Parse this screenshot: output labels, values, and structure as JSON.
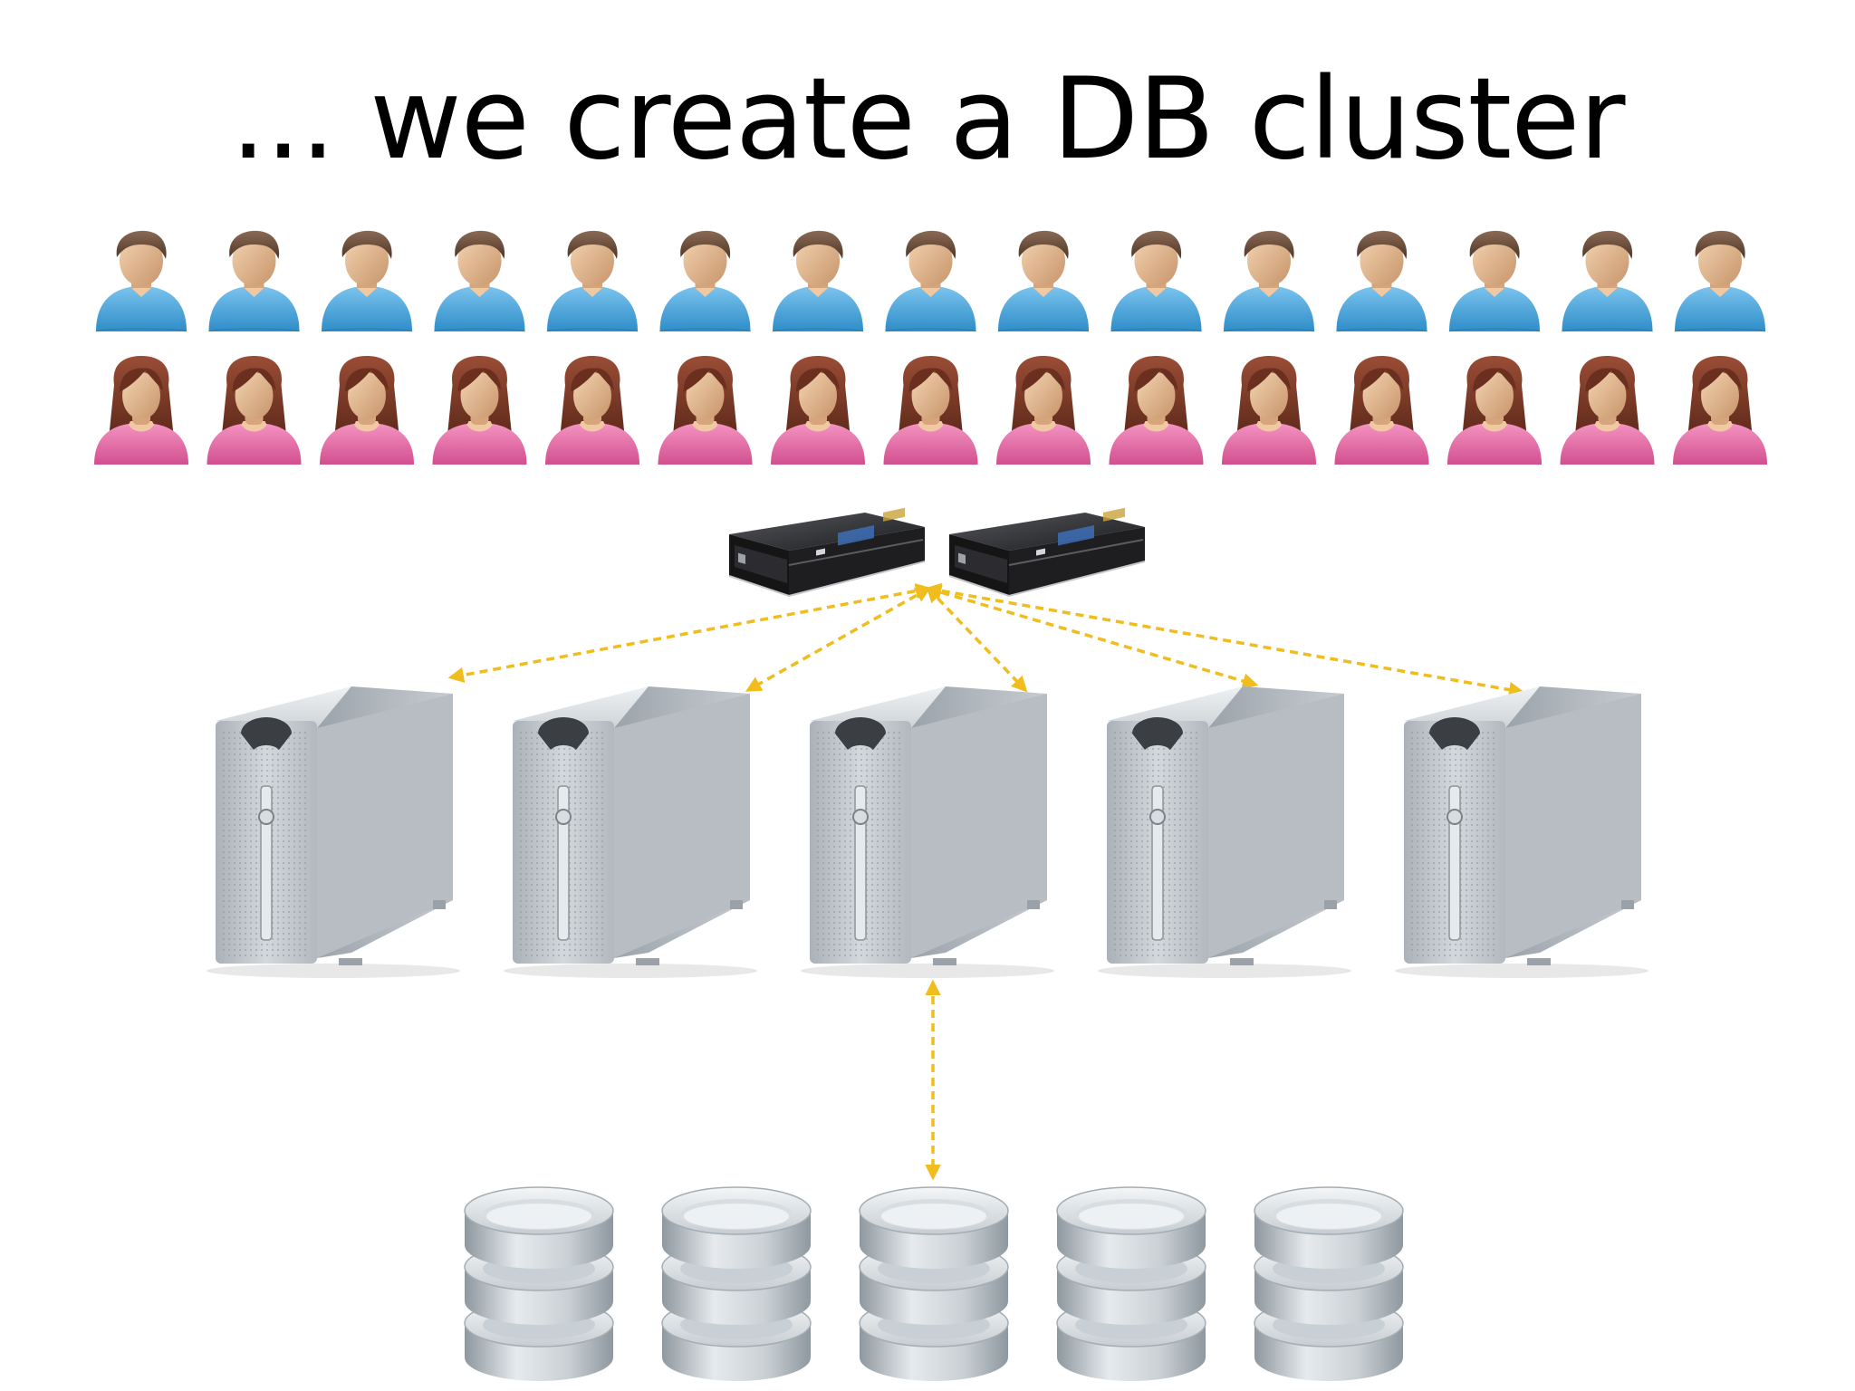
{
  "slide": {
    "title": "... we create a DB cluster"
  },
  "diagram": {
    "users": {
      "per_row": 15,
      "rows": [
        "male-user",
        "female-user"
      ]
    },
    "load_balancers": {
      "count": 2,
      "icon": "load-balancer-icon"
    },
    "app_servers": {
      "count": 5,
      "icon": "server-tower-icon"
    },
    "databases": {
      "count": 5,
      "icon": "database-icon"
    },
    "colors": {
      "arrow": "#f0bd1e",
      "male_shirt": "#4fa9dd",
      "female_shirt": "#e56aa4",
      "skin": "#e0b68c",
      "male_hair": "#6b4e3d",
      "female_hair": "#7a3a2a",
      "server": "#c3c9cf",
      "lb_body": "#2a2a2c"
    }
  }
}
